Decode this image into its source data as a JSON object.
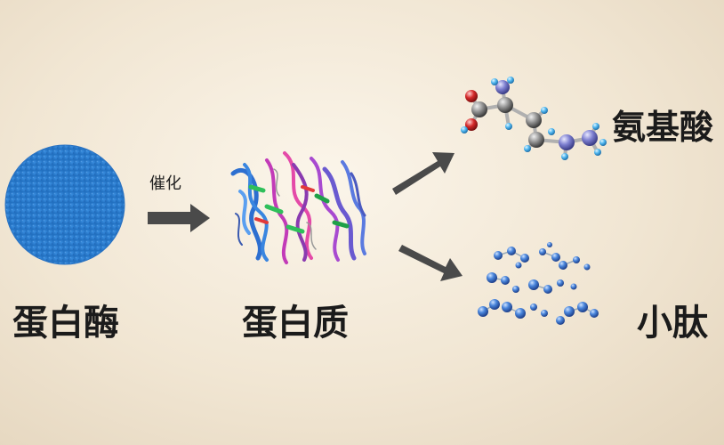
{
  "labels": {
    "enzyme": "蛋白酶",
    "catalyze": "催化",
    "protein": "蛋白质",
    "amino_acid": "氨基酸",
    "small_peptide": "小肽"
  },
  "colors": {
    "enzyme_blue": "#2f7fd0",
    "arrow": "#4a4a4a",
    "carbon": "#8a8a8a",
    "oxygen": "#d42a2a",
    "hydrogen": "#4fb6ef",
    "nitrogen": "#7d7fd0",
    "peptide_ball": "#3a78d4"
  },
  "icons": {
    "enzyme": "blue-disc-icon",
    "protein": "protein-ribbon-structure-icon",
    "amino_acid": "ball-and-stick-molecule-icon",
    "peptide": "peptide-ball-cluster-icon"
  }
}
